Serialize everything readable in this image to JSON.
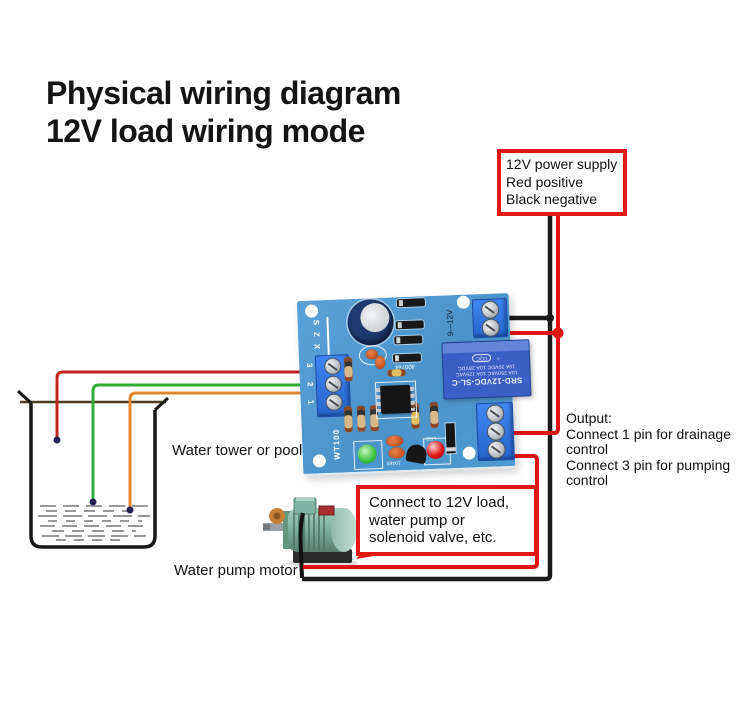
{
  "title": {
    "line1": "Physical wiring diagram",
    "line2": "12V load wiring mode"
  },
  "annotations": {
    "power_box": {
      "lines": [
        "12V power supply",
        "Red positive",
        "Black negative"
      ]
    },
    "output_note": {
      "lines": [
        "Output:",
        "Connect 1 pin for drainage control",
        "Connect 3 pin for pumping control"
      ]
    },
    "load_box": {
      "lines": [
        "Connect to 12V load,",
        "water pump or",
        "solenoid valve, etc."
      ]
    },
    "water_tower_label": "Water tower or pool",
    "pump_label": "Water pump motor"
  },
  "board": {
    "probe_letters": [
      "S",
      "Z",
      "X"
    ],
    "pin_labels": [
      "3",
      "2",
      "1"
    ],
    "silkscreen": {
      "model": "WT100",
      "diode_label": "4007x4",
      "power_range": "9—12V",
      "cap_code": "104k9",
      "led_label": "LED"
    },
    "relay": {
      "model": "SRD-12VDC-SL-C",
      "spec1": "10A 250VAC  10A 125VAC",
      "spec2": "10A 30VDC   10A 28VDC",
      "logo": "CQC"
    }
  },
  "colors": {
    "annotation_red": "#e41717",
    "wire_red": "#e01212",
    "wire_black": "#1a1a1a",
    "probe_wire_red": "#c0251c",
    "probe_wire_green": "#2fae32",
    "probe_wire_orange": "#e2862c",
    "pcb_blue": "#4f9ad2",
    "terminal_blue": "#2f74e8",
    "relay_blue": "#3c5fc6",
    "motor_teal": "#7fb3a4"
  }
}
